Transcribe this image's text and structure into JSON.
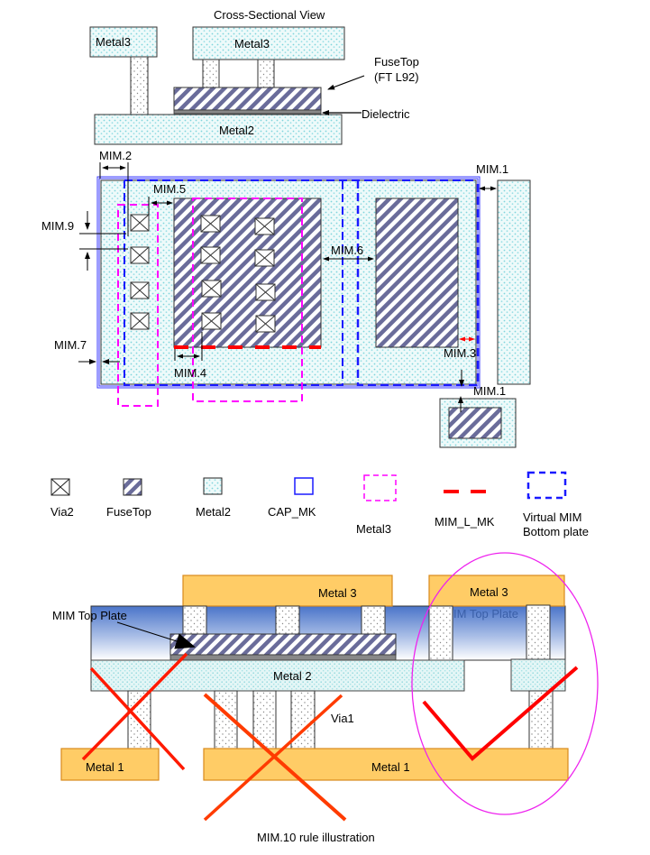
{
  "cross_section": {
    "title": "Cross-Sectional View",
    "metal3_left": "Metal3",
    "metal3_right": "Metal3",
    "metal2": "Metal2",
    "fusetop_label_line1": "FuseTop",
    "fusetop_label_line2": "(FT L92)",
    "dielectric_label": "Dielectric"
  },
  "layout_view": {
    "rules": {
      "mim2": "MIM.2",
      "mim5": "MIM.5",
      "mim9": "MIM.9",
      "mim7": "MIM.7",
      "mim4": "MIM.4",
      "mim6": "MIM.6",
      "mim1_top": "MIM.1",
      "mim3": "MIM.3",
      "mim1_bottom": "MIM.1"
    }
  },
  "legend": {
    "items": [
      {
        "icon": "via2-icon",
        "label": "Via2"
      },
      {
        "icon": "fusetop-icon",
        "label": "FuseTop"
      },
      {
        "icon": "metal2-icon",
        "label": "Metal2"
      },
      {
        "icon": "cap-mk-icon",
        "label": "CAP_MK"
      },
      {
        "icon": "metal3-icon",
        "label": "Metal3"
      },
      {
        "icon": "mim-l-mk-icon",
        "label": "MIM_L_MK"
      },
      {
        "icon": "virtual-mim-icon",
        "label_line1": "Virtual MIM",
        "label_line2": "Bottom plate"
      }
    ]
  },
  "mim10": {
    "metal3_left": "Metal 3",
    "metal3_right": "Metal 3",
    "mim_top_plate": "MIM Top Plate",
    "mim_top_plate_faint": "IM Top Plate",
    "metal2": "Metal 2",
    "metal1_left": "Metal 1",
    "metal1_right": "Metal 1",
    "via1": "Via1",
    "caption": "MIM.10 rule illustration"
  },
  "colors": {
    "metal_fill": "#e8f8f8",
    "metal_dots": "#7fd4dc",
    "fusetop_stripe": "#6a6c9a",
    "cap_mk": "#0000ff",
    "metal3_dash": "#ff00ff",
    "mim_l_mk": "#ff0000",
    "orange_metal": "#ffcc66",
    "orange_border": "#d98a1c",
    "cross_red": "#ff1a00",
    "ellipse": "#ee22ee"
  }
}
